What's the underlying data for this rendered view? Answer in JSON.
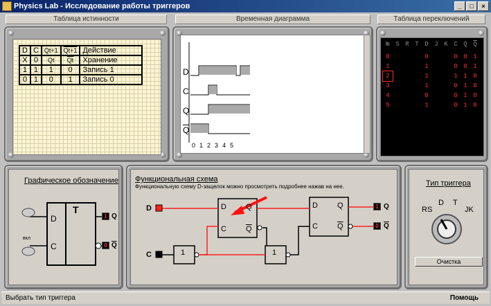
{
  "window": {
    "title": "Physics Lab - Исследование работы триггеров",
    "btn_min": "_",
    "btn_max": "□",
    "btn_close": "×"
  },
  "tabs": {
    "truth_table": "Таблица истинности",
    "timing": "Временная диаграмма",
    "switch_table": "Таблица переключений"
  },
  "truth_table": {
    "headers": [
      "D",
      "C",
      "Qt+1",
      "Qt+1",
      "Действие"
    ],
    "rows": [
      [
        "X",
        "0",
        "Qt",
        "Qt",
        "Хранение"
      ],
      [
        "1",
        "1",
        "1",
        "0",
        "Запись 1"
      ],
      [
        "0",
        "1",
        "0",
        "1",
        "Запись 0"
      ]
    ]
  },
  "timing": {
    "labels": [
      "D",
      "C",
      "Q",
      "Q"
    ],
    "ticks": [
      "0",
      "1",
      "2",
      "3",
      "4",
      "5"
    ]
  },
  "switch_table": {
    "headers": [
      "№",
      "S",
      "R",
      "T",
      "D",
      "J",
      "K",
      "C",
      "Q",
      "Q"
    ],
    "rows": [
      [
        "0",
        "",
        "",
        "",
        "0",
        "",
        "",
        "0",
        "0",
        "1"
      ],
      [
        "1",
        "",
        "",
        "",
        "1",
        "",
        "",
        "0",
        "0",
        "1"
      ],
      [
        "2",
        "",
        "",
        "",
        "1",
        "",
        "",
        "1",
        "1",
        "0"
      ],
      [
        "3",
        "",
        "",
        "",
        "1",
        "",
        "",
        "0",
        "1",
        "0"
      ],
      [
        "4",
        "",
        "",
        "",
        "0",
        "",
        "",
        "0",
        "1",
        "0"
      ],
      [
        "5",
        "",
        "",
        "",
        "1",
        "",
        "",
        "0",
        "1",
        "0"
      ]
    ]
  },
  "symbol": {
    "title": "Графическое обозначение",
    "t_label": "T",
    "d_label": "D",
    "c_label": "C",
    "q_label": "Q",
    "qbar_label": "Q",
    "switch_label": "вкл",
    "q_led": "1",
    "qbar_led": "0"
  },
  "func": {
    "title": "Функциональная схема",
    "subtitle": "Функциональную схему D-защелок можно просмотреть подробнее нажав на нее.",
    "d": "D",
    "c": "C",
    "q": "Q",
    "qbar": "Q",
    "gate": "1",
    "q_led": "1",
    "qbar_led": "0"
  },
  "trigger": {
    "title": "Тип триггера",
    "rs": "RS",
    "d": "D",
    "t": "T",
    "jk": "JK",
    "clear": "Очистка"
  },
  "status": {
    "text": "Выбрать тип триггера",
    "help": "Помощь"
  },
  "colors": {
    "wire": "#ff2020",
    "accent": "#0a246a",
    "led_red": "#ff3030"
  }
}
